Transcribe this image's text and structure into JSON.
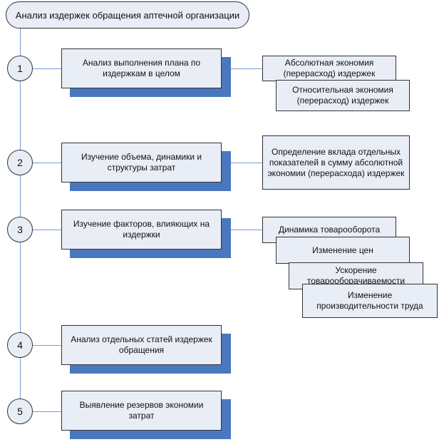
{
  "title": "Анализ издержек обращения аптечной организации",
  "steps": [
    {
      "num": "1",
      "label": "Анализ выполнения плана по издержкам в целом",
      "details": [
        "Абсолютная экономия (перерасход) издержек",
        "Относительная экономия (перерасход) издержек"
      ]
    },
    {
      "num": "2",
      "label": "Изучение объема, динамики и структуры затрат",
      "details": [
        "Определение вклада отдельных показателей в сумму абсолютной экономии (перерасхода) издержек"
      ]
    },
    {
      "num": "3",
      "label": "Изучение факторов, влияющих на издержки",
      "details": [
        "Динамика товарооборота",
        "Изменение цен",
        "Ускорение товарооборачиваемости",
        "Изменение производительности труда"
      ]
    },
    {
      "num": "4",
      "label": "Анализ отдельных статей издержек обращения",
      "details": []
    },
    {
      "num": "5",
      "label": "Выявление резервов экономии затрат",
      "details": []
    }
  ],
  "colors": {
    "fill": "#e9edf6",
    "shadow": "#4a78c0",
    "line": "#7b9bd0"
  }
}
